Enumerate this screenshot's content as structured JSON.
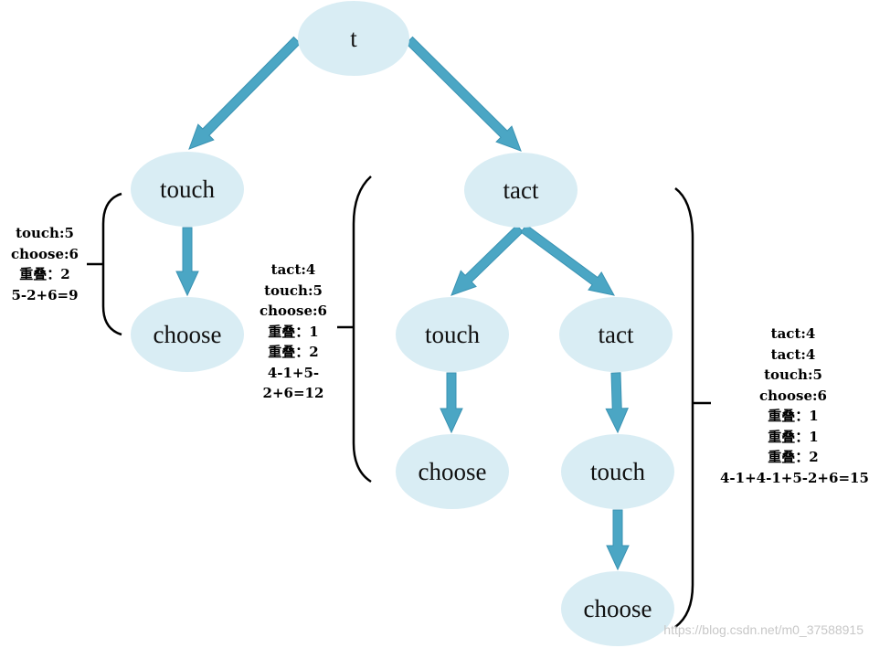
{
  "tree": {
    "root": "t",
    "nodes": {
      "t": "t",
      "touch_left": "touch",
      "choose_left": "choose",
      "tact": "tact",
      "touch_mid": "touch",
      "choose_mid": "choose",
      "tact_inner": "tact",
      "touch_right": "touch",
      "choose_right": "choose"
    }
  },
  "annotations": {
    "left": [
      "touch:5",
      "choose:6",
      "重叠：2",
      "5-2+6=9"
    ],
    "middle": [
      "tact:4",
      "touch:5",
      "choose:6",
      "重叠：1",
      "重叠：2",
      "4-1+5-",
      "2+6=12"
    ],
    "right": [
      "tact:4",
      "tact:4",
      "touch:5",
      "choose:6",
      "重叠：1",
      "重叠：1",
      "重叠：2",
      "4-1+4-1+5-2+6=15"
    ]
  },
  "watermark": "https://blog.csdn.net/m0_37588915",
  "colors": {
    "node_fill": "#d9edf4",
    "arrow": "#4ba6c4",
    "bracket": "#000000"
  }
}
